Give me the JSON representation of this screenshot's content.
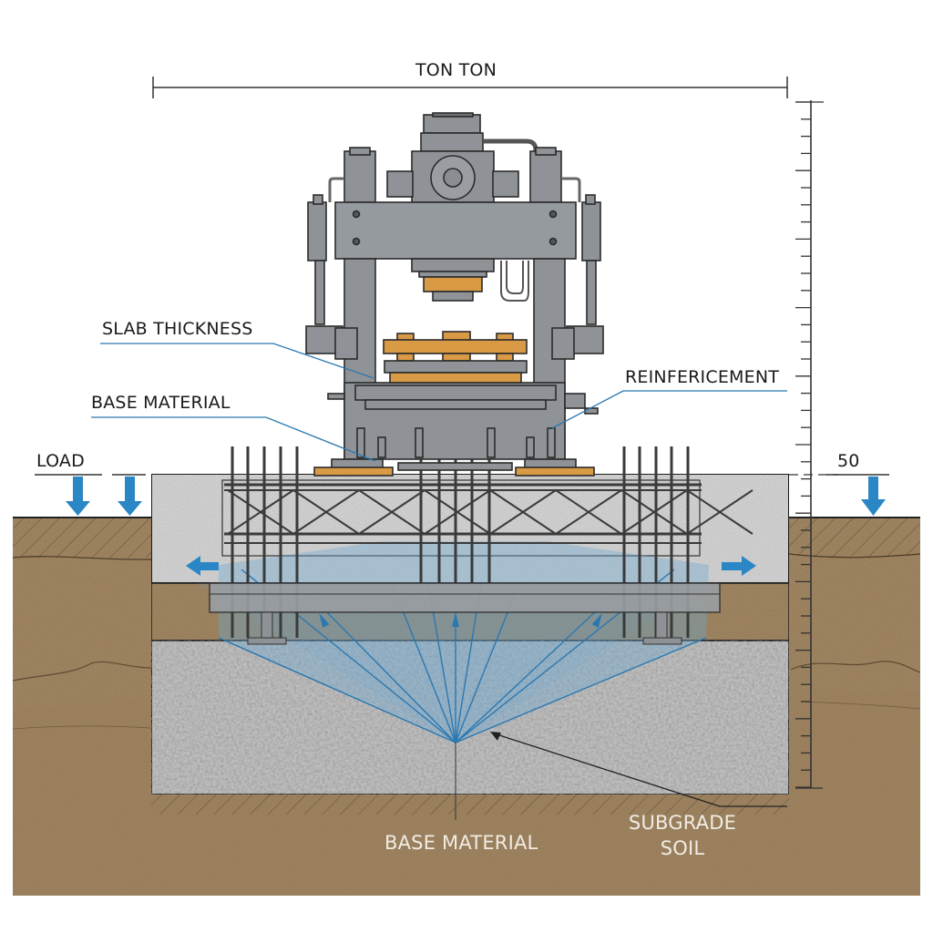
{
  "title": "TON TON",
  "labels": {
    "slab_thickness": "SLAB THICKNESS",
    "base_material_top": "BASE MATERIAL",
    "reinforcement": "REINFERICEMENT",
    "load": "LOAD",
    "load_right_value": "50",
    "base_material_bottom": "BASE MATERIAL",
    "subgrade_line1": "SUBGRADE",
    "subgrade_line2": "SOIL"
  },
  "icons": {
    "load_arrow": "arrow-down",
    "spread_arrow_left": "arrow-left",
    "spread_arrow_right": "arrow-right"
  },
  "colors": {
    "steel": "#8e9296",
    "steel_dark": "#6f7377",
    "outline": "#2b2b2b",
    "wood": "#d99a45",
    "concrete": "#dcdcdc",
    "soil": "#a58a65",
    "soil_dark": "#8f7655",
    "gravel": "#b9b9b9",
    "stress_blue": "#2a86c4",
    "stress_fill": "#6fa9cf"
  }
}
